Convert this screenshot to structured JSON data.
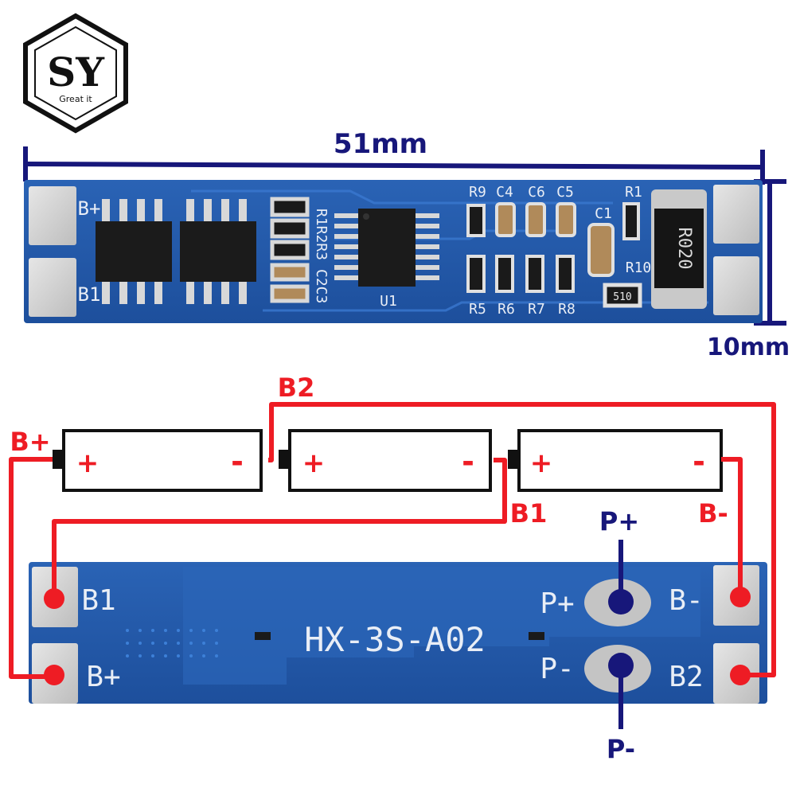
{
  "logo": {
    "text": "SY",
    "tagline": "Great it"
  },
  "dimensions": {
    "length": "51mm",
    "width": "10mm"
  },
  "board_top": {
    "pads_left": [
      "B+",
      "B1"
    ],
    "refs": {
      "r9": "R9",
      "c4": "C4",
      "c6": "C6",
      "c5": "C5",
      "r1": "R1",
      "c1": "C1",
      "r5": "R5",
      "r6": "R6",
      "r7": "R7",
      "r8": "R8",
      "r10": "R10",
      "u1": "U1",
      "side_upper": "R1R2R3",
      "side_lower": "C2C3"
    },
    "shunt": "R020",
    "smd_value": "510"
  },
  "wiring": {
    "cell_plus": "+",
    "cell_minus": "-",
    "labels": {
      "b_plus": "B+",
      "b2": "B2",
      "b1": "B1",
      "b_minus": "B-"
    }
  },
  "board_bottom": {
    "model": "HX-3S-A02",
    "pads_left": [
      "B1",
      "B+"
    ],
    "pads_right": [
      "B-",
      "B2"
    ],
    "p_labels_board": [
      "P+",
      "P-"
    ],
    "p_labels_out": [
      "P+",
      "P-"
    ]
  },
  "colors": {
    "board_blue": "#2458a8",
    "navy": "#17177a",
    "wire_red": "#ee1c24",
    "pad_tin": "#cfcfcf"
  }
}
